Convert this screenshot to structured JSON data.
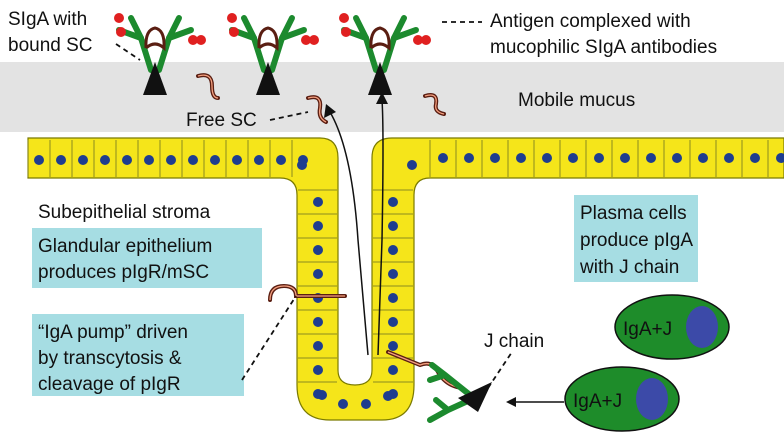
{
  "labels": {
    "siga_bound_sc_line1": "SIgA with",
    "siga_bound_sc_line2": "bound SC",
    "antigen_line1": "Antigen complexed with",
    "antigen_line2": "mucophilic SIgA antibodies",
    "mobile_mucus": "Mobile mucus",
    "free_sc": "Free SC",
    "subepithelial_stroma": "Subepithelial stroma",
    "glandular_line1": "Glandular epithelium",
    "glandular_line2": "produces pIgR/mSC",
    "plasma_line1": "Plasma cells",
    "plasma_line2": "produce pIgA",
    "plasma_line3": "with J chain",
    "pump_line1": "“IgA pump” driven",
    "pump_line2": "by transcytosis &",
    "pump_line3": "cleavage of pIgR",
    "j_chain": "J chain",
    "plasma_cell_label_1": "IgA+J",
    "plasma_cell_label_2": "IgA+J"
  },
  "colors": {
    "mucus": "#e3e3e3",
    "epithelium": "#f5e51a",
    "nucleus": "#1e3d8f",
    "antibody": "#1c8a2e",
    "antigen": "#e02020",
    "secretory_component": "#5a1e12",
    "label_box": "#a6dde3",
    "plasma_cell": "#1e8c2a",
    "plasma_nucleus": "#3c4aa8"
  }
}
